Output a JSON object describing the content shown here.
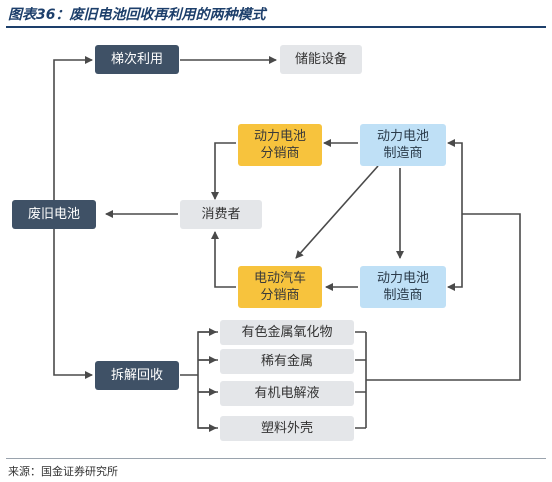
{
  "title": "图表36：废旧电池回收再利用的两种模式",
  "source": "来源：国金证券研究所",
  "nodes": {
    "cascade": "梯次利用",
    "storage": "储能设备",
    "waste_battery": "废旧电池",
    "consumer": "消费者",
    "distributor_battery": "动力电池\n分销商",
    "maker_battery_top": "动力电池\n制造商",
    "distributor_ev": "电动汽车\n分销商",
    "maker_battery_bottom": "动力电池\n制造商",
    "dismantle": "拆解回收",
    "product_1": "有色金属氧化物",
    "product_2": "稀有金属",
    "product_3": "有机电解液",
    "product_4": "塑料外壳"
  },
  "colors": {
    "dark": "#3f5166",
    "gray": "#e4e6e9",
    "yellow": "#f7c33d",
    "blue": "#bfe0f6",
    "arrow": "#4a4a4a"
  }
}
